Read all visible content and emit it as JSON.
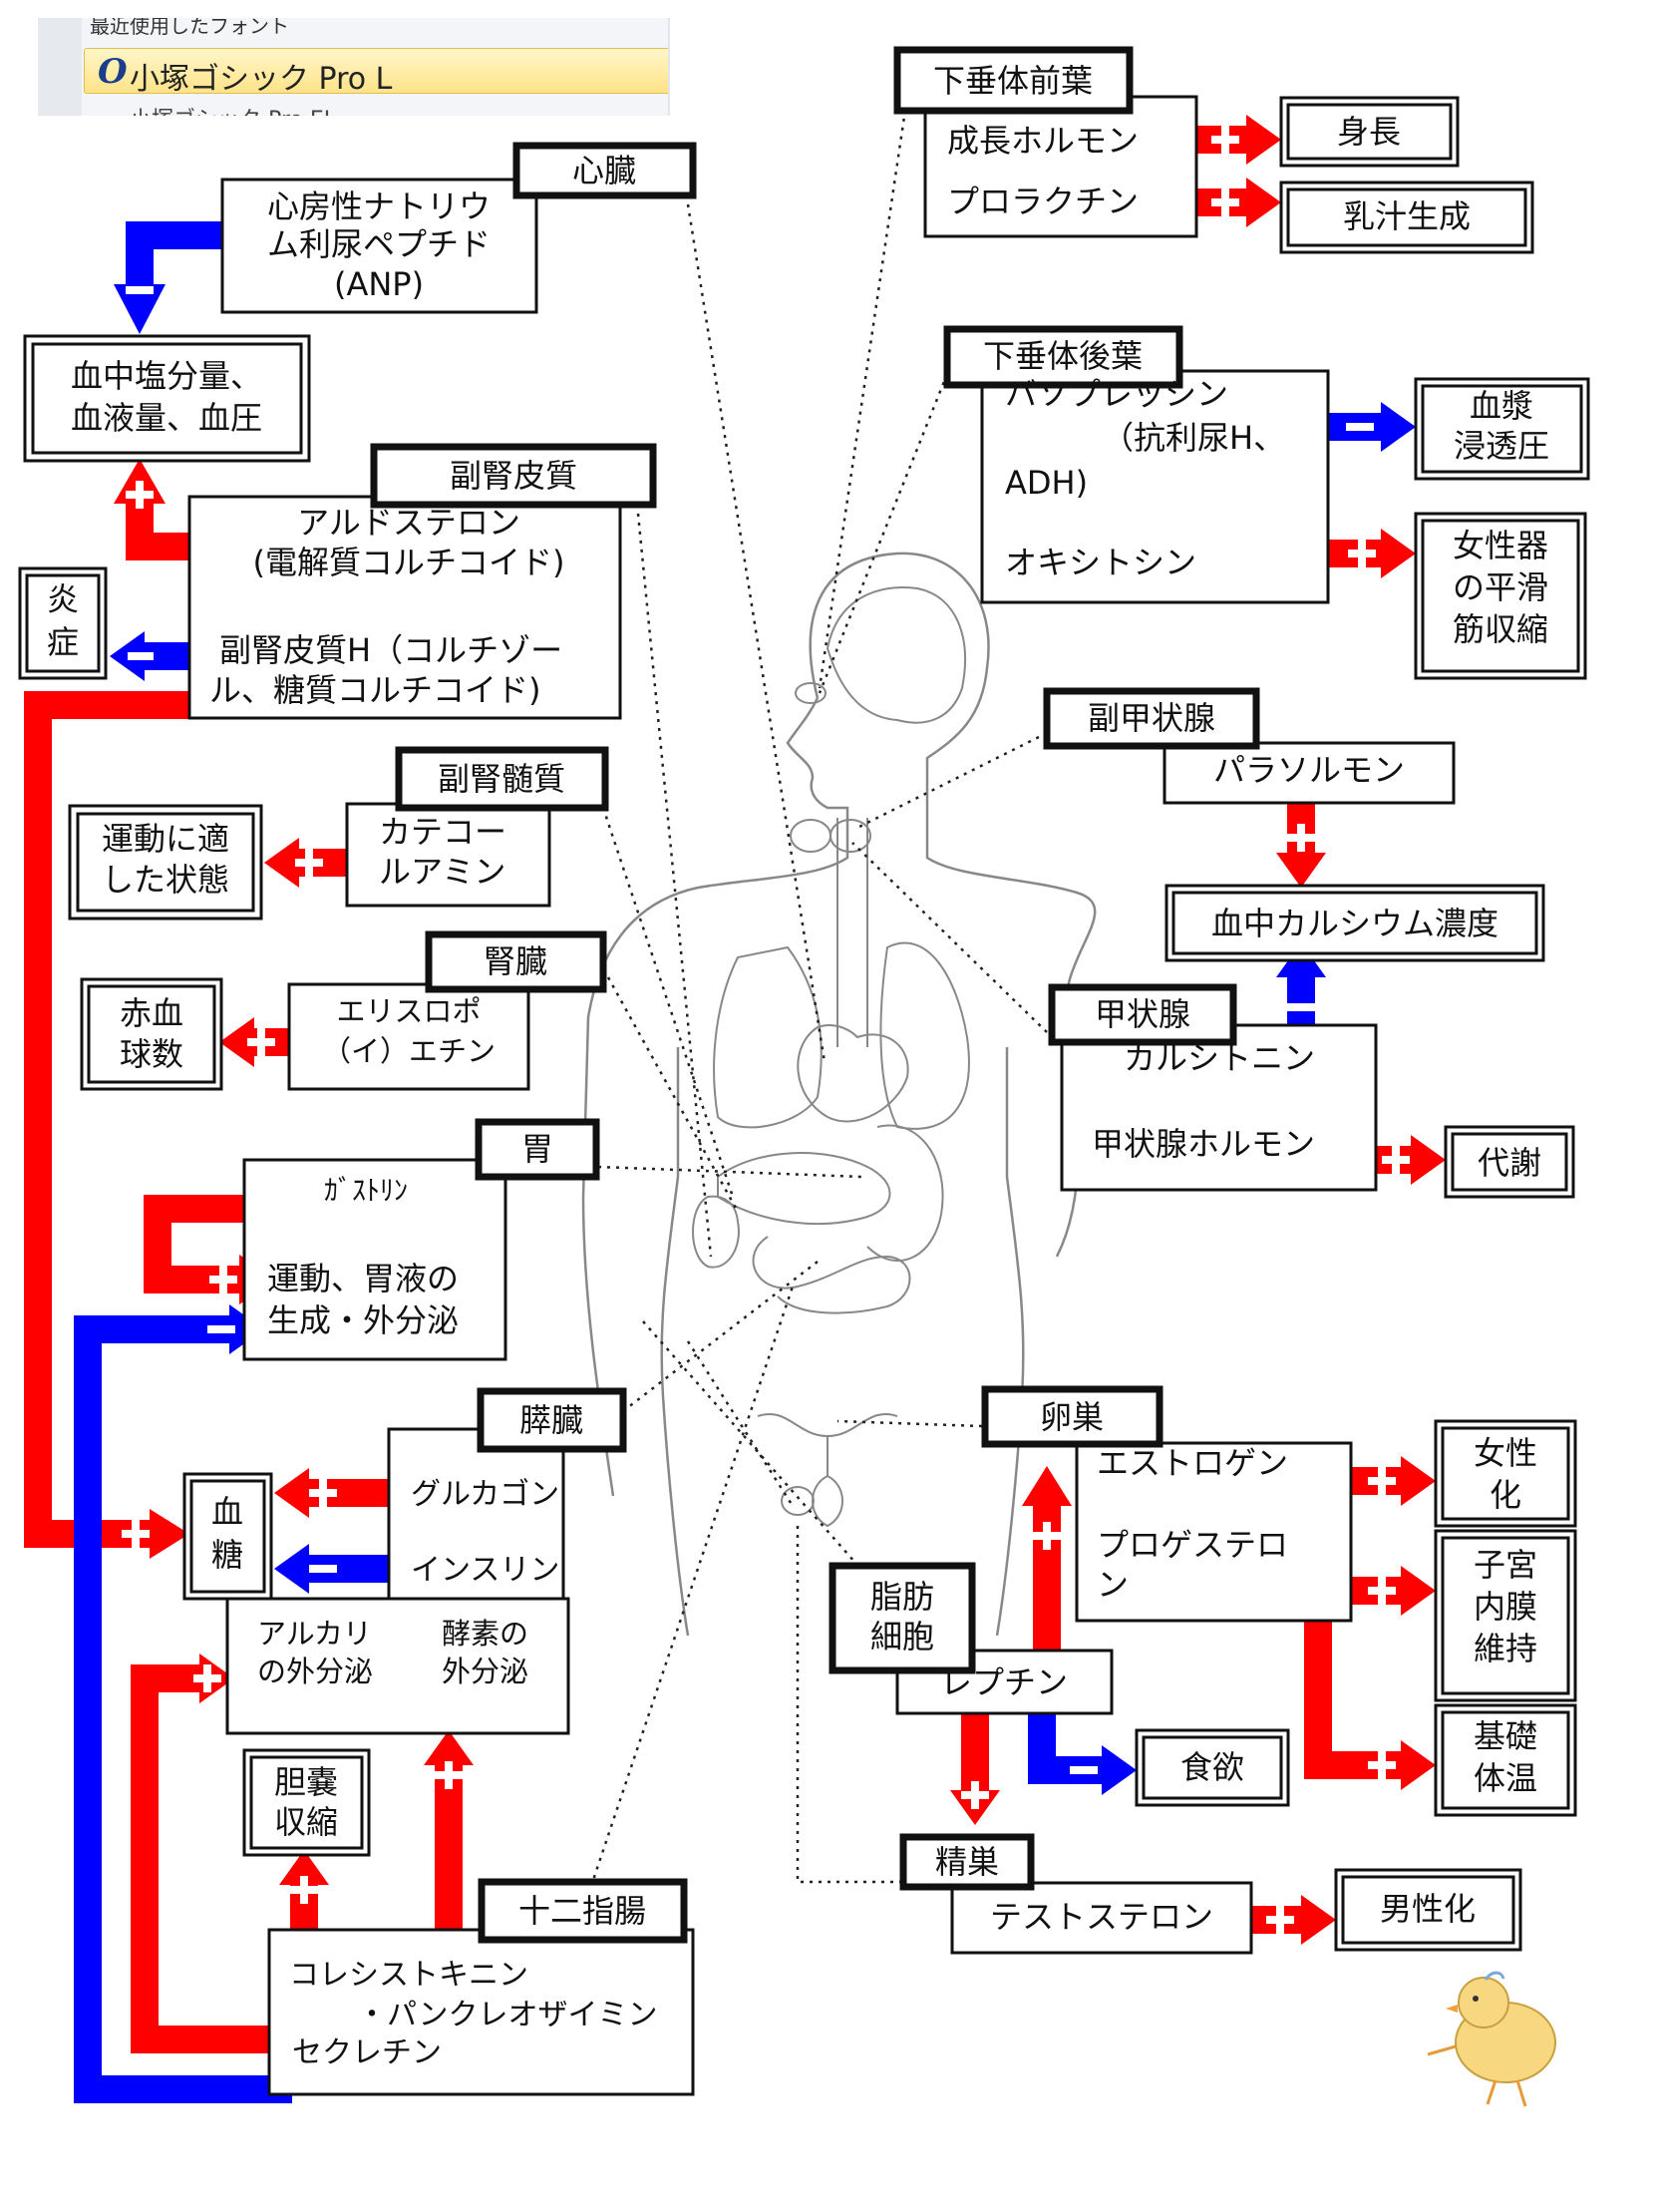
{
  "font_menu": {
    "section_header": "最近使用したフォント",
    "selected_font": "小塚ゴシック Pro L",
    "next_font": "小塚ゴシック Pro EL"
  },
  "organs": {
    "heart": "心臓",
    "adrenal_cortex": "副腎皮質",
    "adrenal_medulla": "副腎髄質",
    "kidney": "腎臓",
    "stomach": "胃",
    "pancreas": "膵臓",
    "duodenum": "十二指腸",
    "anterior_pituitary": "下垂体前葉",
    "posterior_pituitary": "下垂体後葉",
    "parathyroid": "副甲状腺",
    "thyroid": "甲状腺",
    "ovary": "卵巣",
    "adipocyte": [
      "脂肪",
      "細胞"
    ],
    "testis": "精巣"
  },
  "hormones": {
    "anp": [
      "心房性ナトリウ",
      "ム利尿ペプチド",
      "(ANP)"
    ],
    "aldosterone": [
      "アルドステロン",
      "(電解質コルチコイド)"
    ],
    "cortisol": [
      "副腎皮質H（コルチゾー",
      "ル、糖質コルチコイド)"
    ],
    "catecholamine": [
      "カテコー",
      "ルアミン"
    ],
    "erythropoietin": [
      "エリスロポ",
      "（イ）エチン"
    ],
    "gastrin": "ｶﾞｽﾄﾘﾝ",
    "gastric_effect": [
      "運動、胃液の",
      "生成・外分泌"
    ],
    "glucagon": "グルカゴン",
    "insulin": "インスリン",
    "alkali": [
      "アルカリ",
      "の外分泌"
    ],
    "enzyme": [
      "酵素の",
      "外分泌"
    ],
    "cck": "コレシストキニン",
    "pancreozymin": "・パンクレオザイミン",
    "secretin": "セクレチン",
    "growth_hormone": "成長ホルモン",
    "prolactin": "プロラクチン",
    "vasopressin": [
      "バソプレッシン",
      "（抗利尿H、",
      "ADH)"
    ],
    "oxytocin": "オキシトシン",
    "parathormone": "パラソルモン",
    "calcitonin": "カルシトニン",
    "thyroid_hormone": "甲状腺ホルモン",
    "estrogen": "エストロゲン",
    "progesterone": [
      "プロゲステロ",
      "ン"
    ],
    "leptin": "レプチン",
    "testosterone": "テストステロン"
  },
  "effects": {
    "blood_salt": [
      "血中塩分量、",
      "血液量、血圧"
    ],
    "inflammation": [
      "炎",
      "症"
    ],
    "exercise_state": [
      "運動に適",
      "した状態"
    ],
    "rbc": [
      "赤血",
      "球数"
    ],
    "blood_sugar": [
      "血",
      "糖"
    ],
    "gallbladder": [
      "胆嚢",
      "収縮"
    ],
    "height": "身長",
    "lactation": "乳汁生成",
    "plasma_osmo": [
      "血漿",
      "浸透圧"
    ],
    "uterine": [
      "女性器",
      "の平滑",
      "筋収縮"
    ],
    "blood_calcium": "血中カルシウム濃度",
    "metabolism": "代謝",
    "feminization": [
      "女性",
      "化"
    ],
    "endometrium": [
      "子宮",
      "内膜",
      "維持"
    ],
    "body_temp": [
      "基礎",
      "体温"
    ],
    "appetite": "食欲",
    "masculinization": "男性化"
  },
  "legend": {
    "stimulate_symbol": "+",
    "inhibit_symbol": "−",
    "stimulate_color": "#ff0000",
    "inhibit_color": "#0000ff"
  }
}
